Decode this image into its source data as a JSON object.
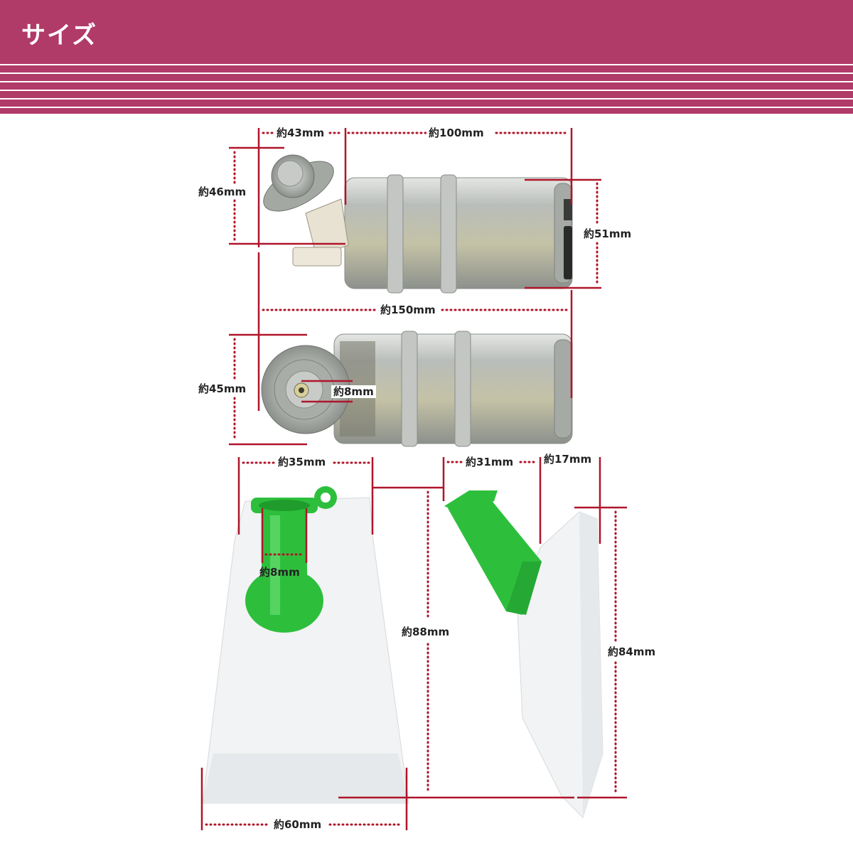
{
  "header": {
    "title": "サイズ"
  },
  "colors": {
    "header_bg": "#b03a68",
    "dimension_line": "#b0152a",
    "pump_body": "#b7bcbc",
    "strainer_fitting": "#2dbf3c",
    "strainer_mesh": "#f1f3f4"
  },
  "dimensions": {
    "pump_top_length": "約43mm",
    "pump_body_length": "約100mm",
    "pump_top_height": "約46mm",
    "pump_body_diameter": "約51mm",
    "pump_total_length": "約150mm",
    "pump_end_height": "約45mm",
    "pump_outlet_diameter": "約8mm",
    "strainer_top_width": "約35mm",
    "strainer_inlet_diameter": "約8mm",
    "strainer_side_fitting_width": "約31mm",
    "strainer_side_thickness": "約17mm",
    "strainer_height": "約88mm",
    "strainer_side_height": "約84mm",
    "strainer_bottom_width": "約60mm"
  }
}
